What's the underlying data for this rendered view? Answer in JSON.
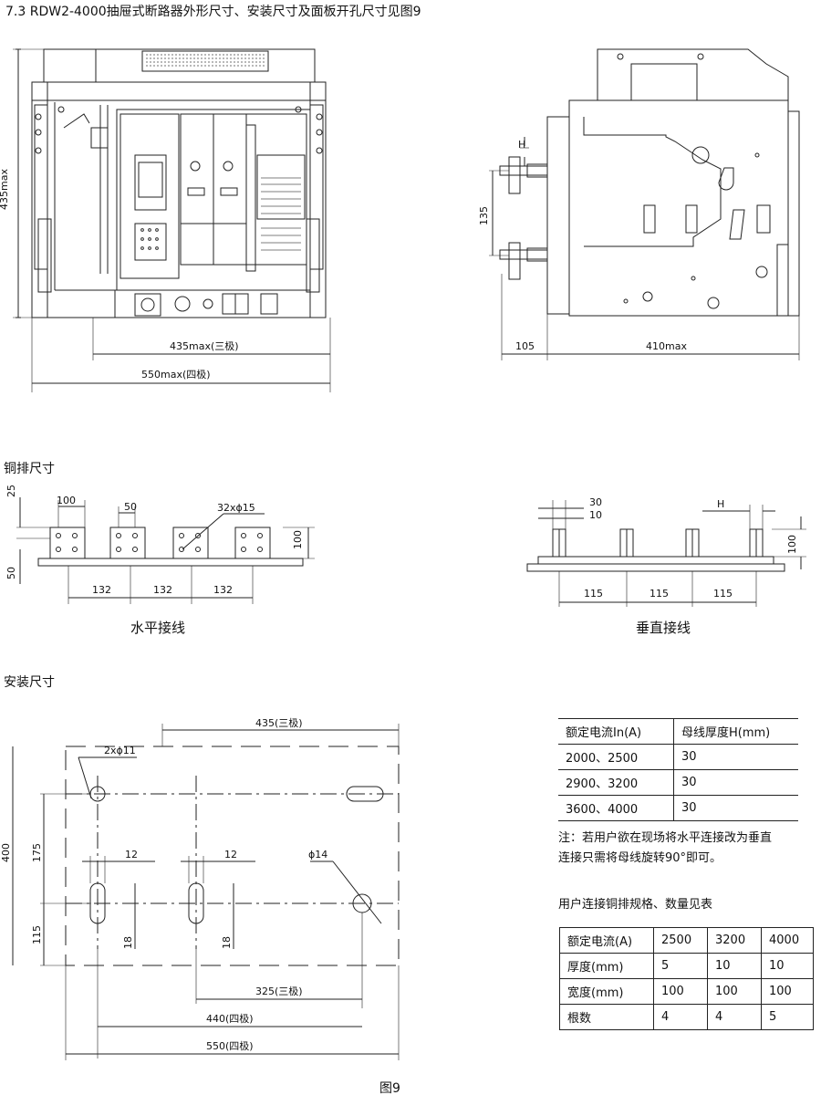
{
  "section_title": "7.3  RDW2-4000抽屉式断路器外形尺寸、安装尺寸及面板开孔尺寸见图9",
  "figure_caption": "图9",
  "front_view": {
    "dim_height": "435max",
    "dim_width_3p": "435max(三极)",
    "dim_width_4p": "550max(四极)"
  },
  "side_view": {
    "dim_h": "H",
    "dim_135": "135",
    "dim_105": "105",
    "dim_depth": "410max"
  },
  "busbar": {
    "title": "铜排尺寸",
    "horizontal": {
      "caption": "水平接线",
      "d25": "25",
      "d50": "50",
      "d100_top": "100",
      "d50_top": "50",
      "holes": "32xϕ15",
      "d100_right": "100",
      "spacing": [
        "132",
        "132",
        "132"
      ]
    },
    "vertical": {
      "caption": "垂直接线",
      "d30": "30",
      "d10": "10",
      "dH": "H",
      "d100": "100",
      "spacing": [
        "115",
        "115",
        "115"
      ]
    }
  },
  "mounting": {
    "title": "安装尺寸",
    "d435": "435(三极)",
    "holes2": "2xϕ11",
    "d400": "400",
    "d175": "175",
    "d115": "115",
    "d12a": "12",
    "d12b": "12",
    "d18a": "18",
    "d18b": "18",
    "d14": "ϕ14",
    "d325": "325(三极)",
    "d440": "440(四极)",
    "d550": "550(四极)"
  },
  "table_thickness": {
    "headers": [
      "额定电流In(A)",
      "母线厚度H(mm)"
    ],
    "rows": [
      [
        "2000、2500",
        "30"
      ],
      [
        "2900、3200",
        "30"
      ],
      [
        "3600、4000",
        "30"
      ]
    ]
  },
  "note": {
    "line1": "注：若用户欲在现场将水平连接改为垂直",
    "line2": "连接只需将母线旋转90°即可。"
  },
  "spec_title": "用户连接铜排规格、数量见表",
  "table_spec": {
    "headers": [
      "额定电流(A)",
      "2500",
      "3200",
      "4000"
    ],
    "rows": [
      [
        "厚度(mm)",
        "5",
        "10",
        "10"
      ],
      [
        "宽度(mm)",
        "100",
        "100",
        "100"
      ],
      [
        "根数",
        "4",
        "4",
        "5"
      ]
    ]
  }
}
